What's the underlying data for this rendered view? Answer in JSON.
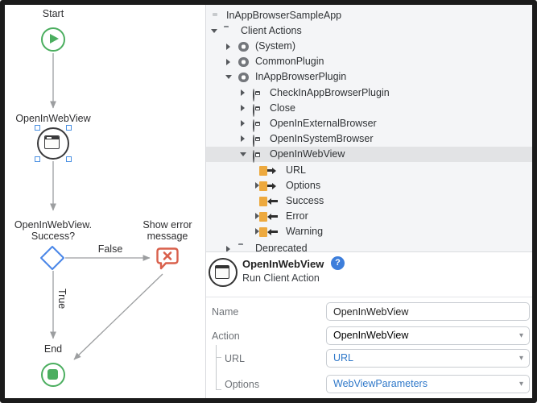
{
  "flow": {
    "start": {
      "label": "Start"
    },
    "webview": {
      "label": "OpenInWebView"
    },
    "decision": {
      "line1": "OpenInWebView.",
      "line2": "Success?",
      "false_label": "False",
      "true_label": "True"
    },
    "error": {
      "line1": "Show error",
      "line2": "message"
    },
    "end": {
      "label": "End"
    }
  },
  "tree": {
    "items": [
      {
        "label": "InAppBrowserSampleApp"
      },
      {
        "label": "Client Actions"
      },
      {
        "label": "(System)"
      },
      {
        "label": "CommonPlugin"
      },
      {
        "label": "InAppBrowserPlugin"
      },
      {
        "label": "CheckInAppBrowserPlugin"
      },
      {
        "label": "Close"
      },
      {
        "label": "OpenInExternalBrowser"
      },
      {
        "label": "OpenInSystemBrowser"
      },
      {
        "label": "OpenInWebView"
      },
      {
        "label": "URL"
      },
      {
        "label": "Options"
      },
      {
        "label": "Success"
      },
      {
        "label": "Error"
      },
      {
        "label": "Warning"
      },
      {
        "label": "Deprecated"
      }
    ]
  },
  "properties": {
    "title": "OpenInWebView",
    "subtitle": "Run Client Action",
    "help": "?",
    "fields": [
      {
        "label": "Name",
        "value": "OpenInWebView"
      },
      {
        "label": "Action",
        "value": "OpenInWebView"
      },
      {
        "label": "URL",
        "value": "URL"
      },
      {
        "label": "Options",
        "value": "WebViewParameters"
      }
    ]
  },
  "colors": {
    "green": "#4bae5f",
    "diamond_blue": "#4a86e8",
    "handle_blue": "#4a90e2",
    "error_red": "#d9604c",
    "param_orange": "#eda93e",
    "link_blue": "#2f78c9",
    "tree_bg": "#f4f5f7",
    "selected_row": "#e2e3e5",
    "line_gray": "#9c9ea0"
  }
}
